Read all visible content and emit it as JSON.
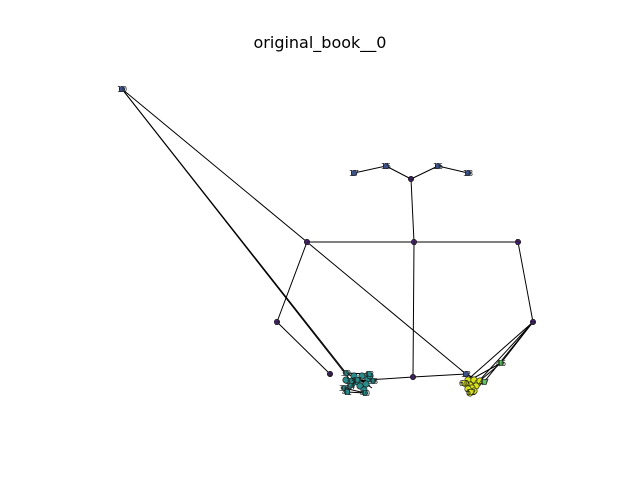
{
  "figure": {
    "title": "original_book__0"
  },
  "palette": {
    "edge": "#000000",
    "purple": "#46206f",
    "slate": "#3b528b",
    "teal": "#2a8c8a",
    "green": "#5ec962",
    "yellow": "#d8e219"
  },
  "graph": {
    "nodes": [
      {
        "id": "10",
        "color": "slate"
      },
      {
        "id": "9",
        "color": "purple"
      },
      {
        "id": "15",
        "color": "slate"
      },
      {
        "id": "16",
        "color": "slate"
      },
      {
        "id": "17",
        "color": "slate"
      },
      {
        "id": "18",
        "color": "slate"
      },
      {
        "id": "2",
        "color": "purple"
      },
      {
        "id": "1",
        "color": "purple"
      },
      {
        "id": "5",
        "color": "purple"
      },
      {
        "id": "3",
        "color": "purple"
      },
      {
        "id": "6",
        "color": "purple"
      },
      {
        "id": "4",
        "color": "purple"
      },
      {
        "id": "0",
        "color": "purple"
      },
      {
        "id": "12",
        "color": "slate"
      },
      {
        "id": "39",
        "color": "teal"
      },
      {
        "id": "43",
        "color": "teal"
      },
      {
        "id": "37",
        "color": "teal"
      },
      {
        "id": "35",
        "color": "teal"
      },
      {
        "id": "38",
        "color": "teal"
      },
      {
        "id": "36",
        "color": "teal"
      },
      {
        "id": "34",
        "color": "teal"
      },
      {
        "id": "41",
        "color": "teal"
      },
      {
        "id": "40",
        "color": "teal"
      },
      {
        "id": "46",
        "color": "green"
      },
      {
        "id": "47",
        "color": "green"
      },
      {
        "id": "60",
        "color": "yellow"
      },
      {
        "id": "62",
        "color": "yellow"
      }
    ],
    "edges": [
      [
        "10",
        "2"
      ],
      [
        "10",
        "39"
      ],
      [
        "10",
        "35"
      ],
      [
        "9",
        "15"
      ],
      [
        "9",
        "16"
      ],
      [
        "15",
        "17"
      ],
      [
        "16",
        "18"
      ],
      [
        "9",
        "1"
      ],
      [
        "2",
        "1"
      ],
      [
        "1",
        "5"
      ],
      [
        "2",
        "3"
      ],
      [
        "2",
        "12"
      ],
      [
        "1",
        "0"
      ],
      [
        "5",
        "6"
      ],
      [
        "3",
        "4"
      ],
      [
        "0",
        "35"
      ],
      [
        "0",
        "12"
      ],
      [
        "6",
        "46"
      ],
      [
        "6",
        "47"
      ],
      [
        "6",
        "60"
      ],
      [
        "39",
        "43"
      ],
      [
        "35",
        "38"
      ],
      [
        "36",
        "40"
      ],
      [
        "41",
        "40"
      ]
    ]
  }
}
